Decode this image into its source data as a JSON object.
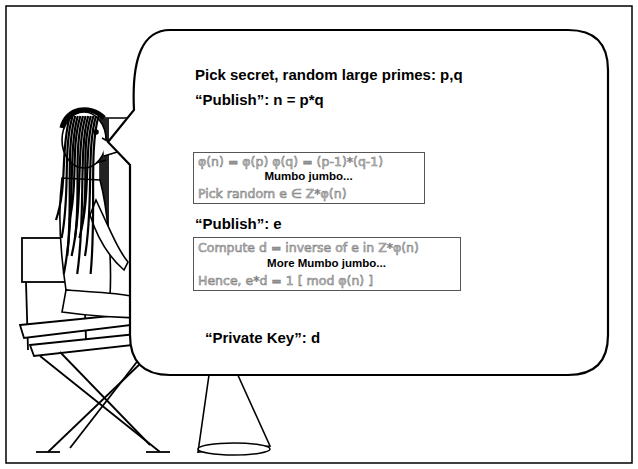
{
  "diagram": {
    "nodes": [
      {
        "text": [
          "Pick secret, random large primes: p,q",
          "“Publish”: n = p*q",
          "“Publish”: e",
          "“Private Key”: d"
        ]
      },
      {
        "text": [
          "φ(n) = φ(p) φ(q) = (p-1)*(q-1)",
          "Pick random e ∈ Z*φ(n)",
          "Mumbo jumbo..."
        ],
        "in": 0
      },
      {
        "text": [
          "Compute d = inverse of e in Z*φ(n)",
          "Hence, e*d = 1 [ mod φ(n) ]",
          "More Mumbo jumbo..."
        ],
        "in": 0
      }
    ]
  }
}
